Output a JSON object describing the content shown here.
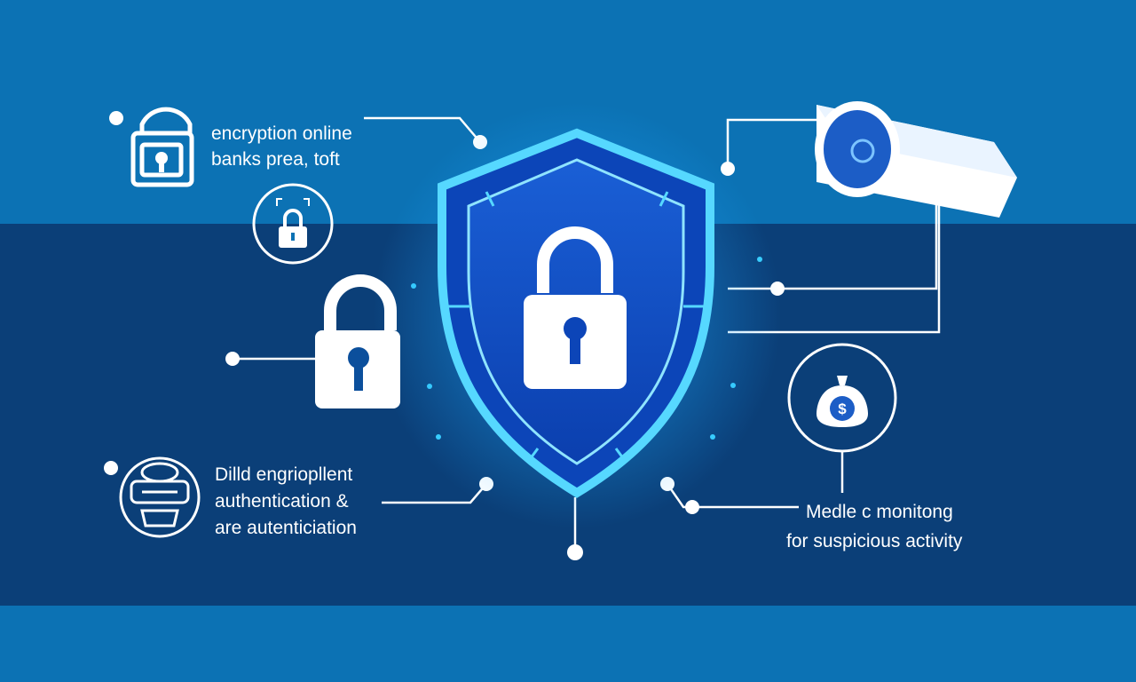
{
  "labels": {
    "encryption": [
      "encryption online",
      "banks prea, toft"
    ],
    "authentication": [
      "Dilld engriopllent",
      "authentication &",
      "are autenticiation"
    ],
    "monitoring": [
      "Medle c monitong",
      "for suspicious activity"
    ]
  },
  "icons": [
    "shield-icon",
    "padlock-icon",
    "security-camera-icon",
    "money-bag-icon",
    "globe-icon",
    "dollar-icon"
  ],
  "colors": {
    "band_light": "#0c72b4",
    "band_dark": "#0b3f78",
    "shield_fill": "#1150c4",
    "shield_glow": "#3ad0ff",
    "line": "#ffffff"
  }
}
